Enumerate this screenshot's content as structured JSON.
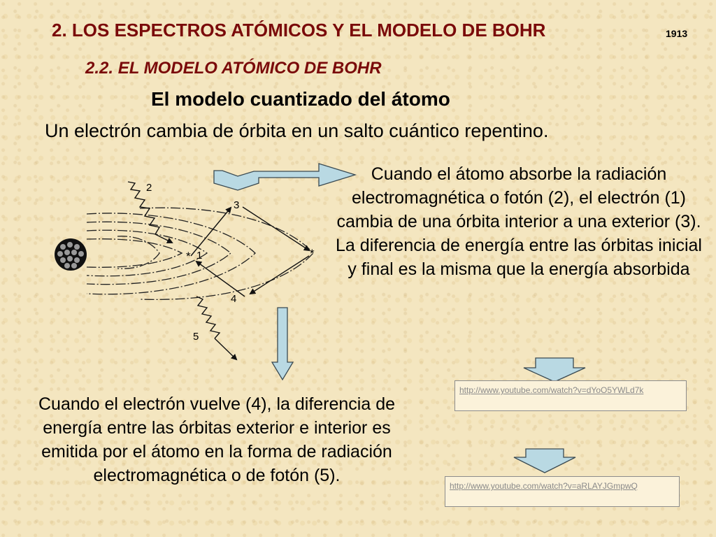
{
  "slide": {
    "title": "2. LOS ESPECTROS ATÓMICOS Y EL MODELO DE BOHR",
    "year": "1913",
    "subtitle": "2.2. EL MODELO ATÓMICO DE BOHR",
    "heading": "El modelo cuantizado del átomo",
    "lead": "Un electrón cambia de órbita en un salto cuántico repentino."
  },
  "diagram": {
    "labels": {
      "photon_in": "2",
      "orbit_outer": "3",
      "electron": "1",
      "return_path": "4",
      "photon_out": "5",
      "electron_marker": "*"
    }
  },
  "text": {
    "absorption": "Cuando el átomo absorbe la radiación electromagnética o fotón (2), el electrón (1) cambia de una órbita interior a una exterior (3). La diferencia de energía entre las órbitas inicial y final es la misma que la energía absorbida",
    "emission": "Cuando el electrón vuelve (4), la diferencia de energía entre las órbitas exterior e interior es emitida por el átomo en la forma de radiación electromagnética o de fotón (5)."
  },
  "links": [
    {
      "text": "http://www.youtube.com/watch?v=dYoO5YWLd7k"
    },
    {
      "text": "http://www.youtube.com/watch?v=aRLAYJGmpwQ"
    }
  ],
  "colors": {
    "title": "#7a0a0a",
    "arrow_fill": "#b9d9e3",
    "arrow_stroke": "#3a4a52",
    "background": "#f4e6c0"
  }
}
